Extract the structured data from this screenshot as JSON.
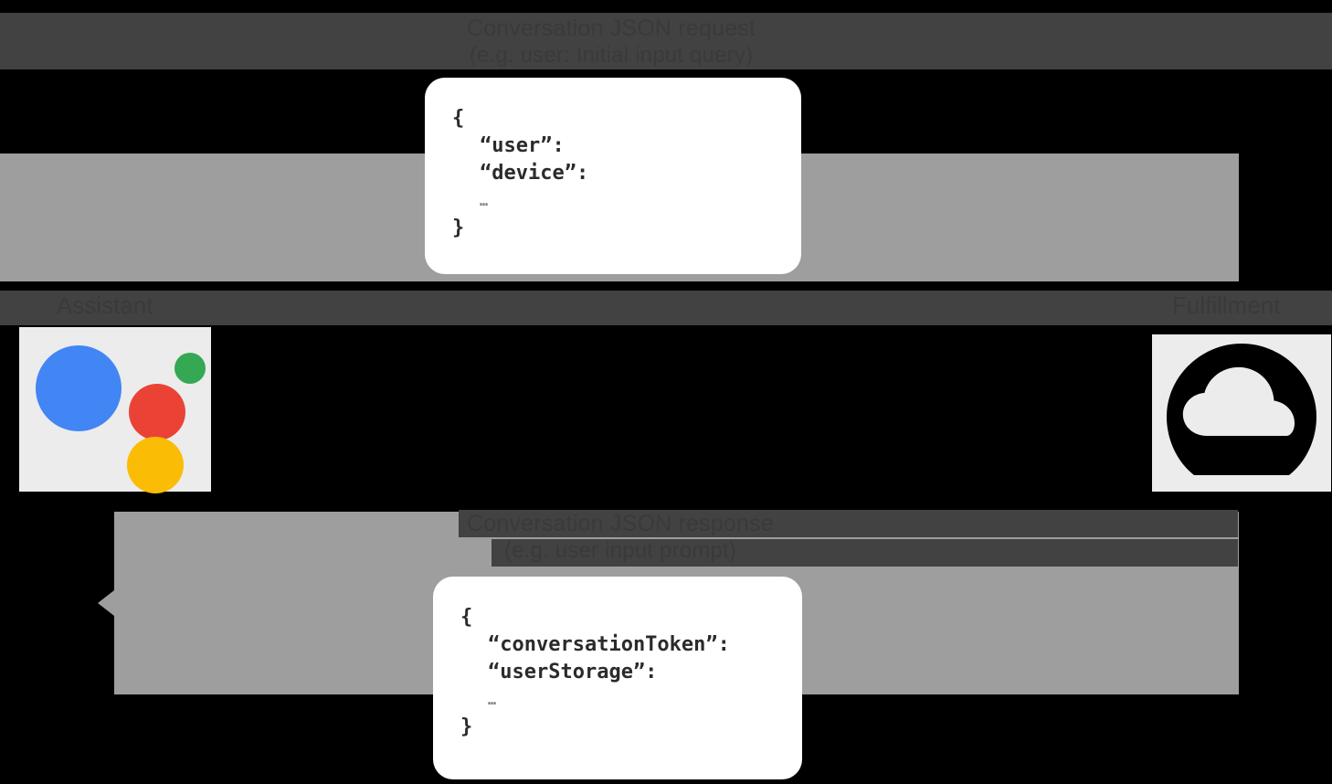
{
  "diagram": {
    "title_top": {
      "line1": "Conversation JSON request",
      "line2": "(e.g. user: Initial input query)"
    },
    "title_bottom": {
      "line1": "Conversation JSON response",
      "line2": "(e.g. user input prompt)"
    },
    "left_label": "Assistant",
    "right_label": "Fulfillment",
    "request_code": {
      "open": "{",
      "key1": "“user”:",
      "key2": "“device”:",
      "ellipsis": "…",
      "close": "}"
    },
    "response_code": {
      "open": "{",
      "key1": "“conversationToken”:",
      "key2": "“userStorage”:",
      "ellipsis": "…",
      "close": "}"
    },
    "icons": {
      "assistant": "google-assistant-logo",
      "fulfillment": "cloud-icon"
    },
    "colors": {
      "background": "#000000",
      "arrow": "#9e9e9e",
      "band": "#424242",
      "tile": "#ececec",
      "card": "#ffffff",
      "blue": "#4285F4",
      "red": "#EA4335",
      "green": "#34A853",
      "yellow": "#FBBC05"
    }
  }
}
